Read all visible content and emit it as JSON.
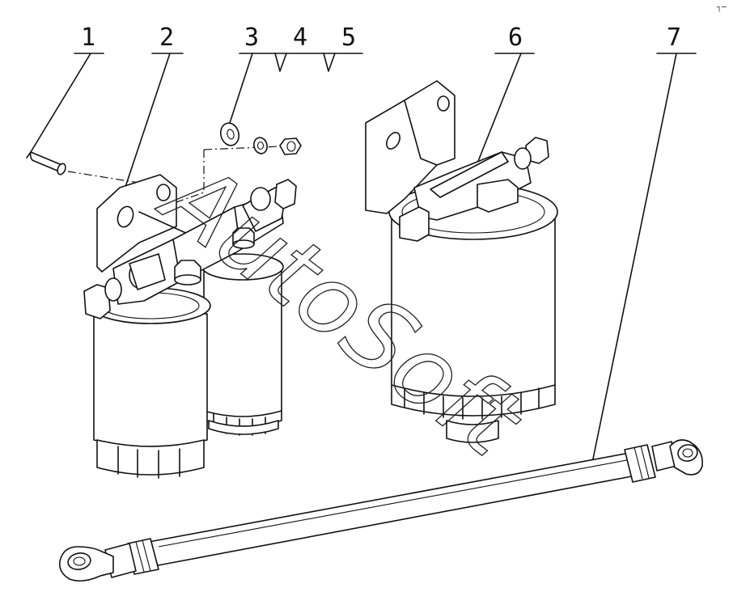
{
  "diagram": {
    "callouts": [
      {
        "id": "1",
        "label": "1"
      },
      {
        "id": "2",
        "label": "2"
      },
      {
        "id": "3",
        "label": "3"
      },
      {
        "id": "4",
        "label": "4"
      },
      {
        "id": "5",
        "label": "5"
      },
      {
        "id": "6",
        "label": "6"
      },
      {
        "id": "7",
        "label": "7"
      }
    ],
    "watermark": "AutoSoft",
    "corner_mark": "┐─"
  }
}
